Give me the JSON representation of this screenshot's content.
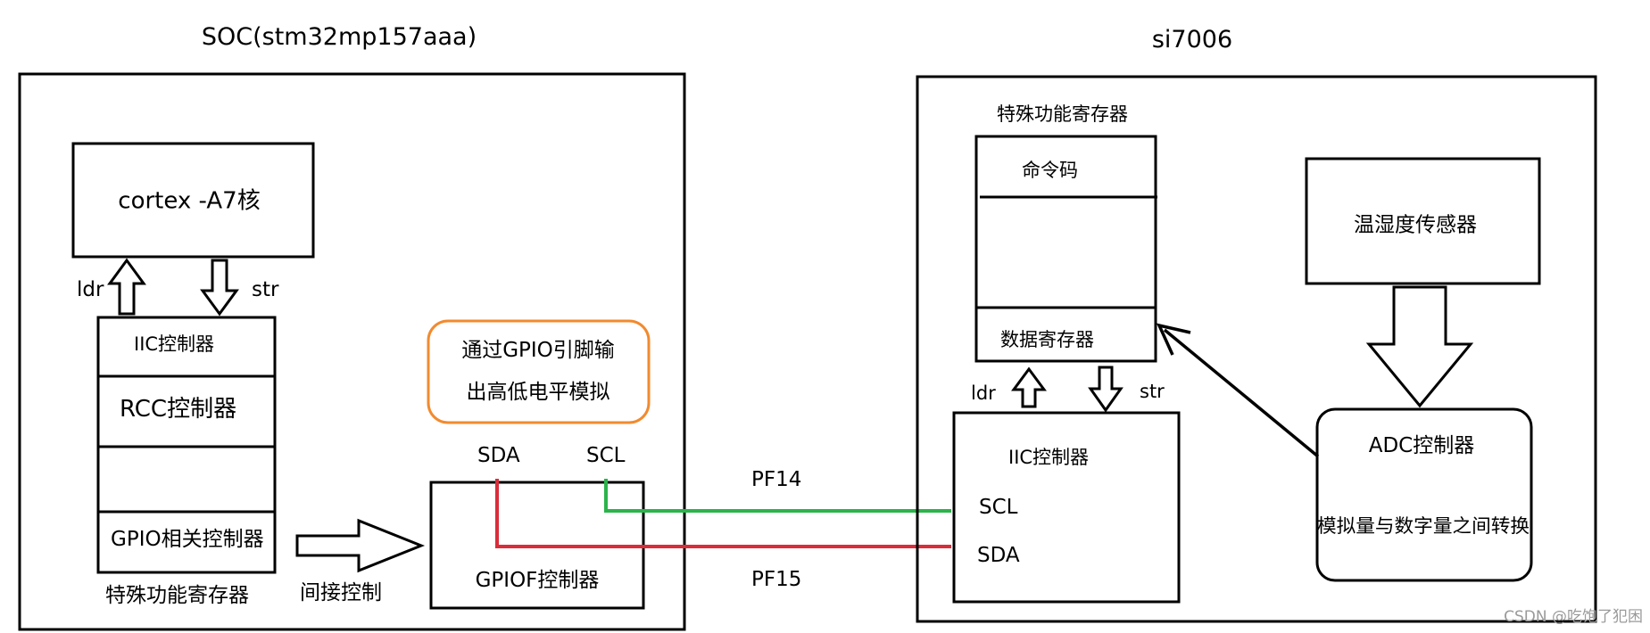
{
  "colors": {
    "stroke": "#000000",
    "note_border": "#f28a2e",
    "scl_wire": "#2bb34a",
    "sda_wire": "#d92d3a",
    "watermark": "#9a9a9a"
  },
  "soc": {
    "title": "SOC(stm32mp157aaa)",
    "cortex_label": "cortex -A7核",
    "ldr_label": "ldr",
    "str_label": "str",
    "registers": {
      "iic_label": "IIC控制器",
      "rcc_label": "RCC控制器",
      "gpio_label": "GPIO相关控制器",
      "caption": "特殊功能寄存器"
    },
    "indirect_control_label": "间接控制",
    "note_lines": [
      "通过GPIO引脚输",
      "出高低电平模拟"
    ],
    "sda_label": "SDA",
    "scl_label": "SCL",
    "gpiof_label": "GPIOF控制器"
  },
  "wires": {
    "pf14_label": "PF14",
    "pf15_label": "PF15"
  },
  "si7006": {
    "title": "si7006",
    "registers_caption": "特殊功能寄存器",
    "command_label": "命令码",
    "data_reg_label": "数据寄存器",
    "ldr_label": "ldr",
    "str_label": "str",
    "iic_label": "IIC控制器",
    "scl_label": "SCL",
    "sda_label": "SDA",
    "sensor_label": "温湿度传感器",
    "adc_label": "ADC控制器",
    "adc_desc": "模拟量与数字量之间转换"
  },
  "watermark": "CSDN @吃饱了犯困"
}
